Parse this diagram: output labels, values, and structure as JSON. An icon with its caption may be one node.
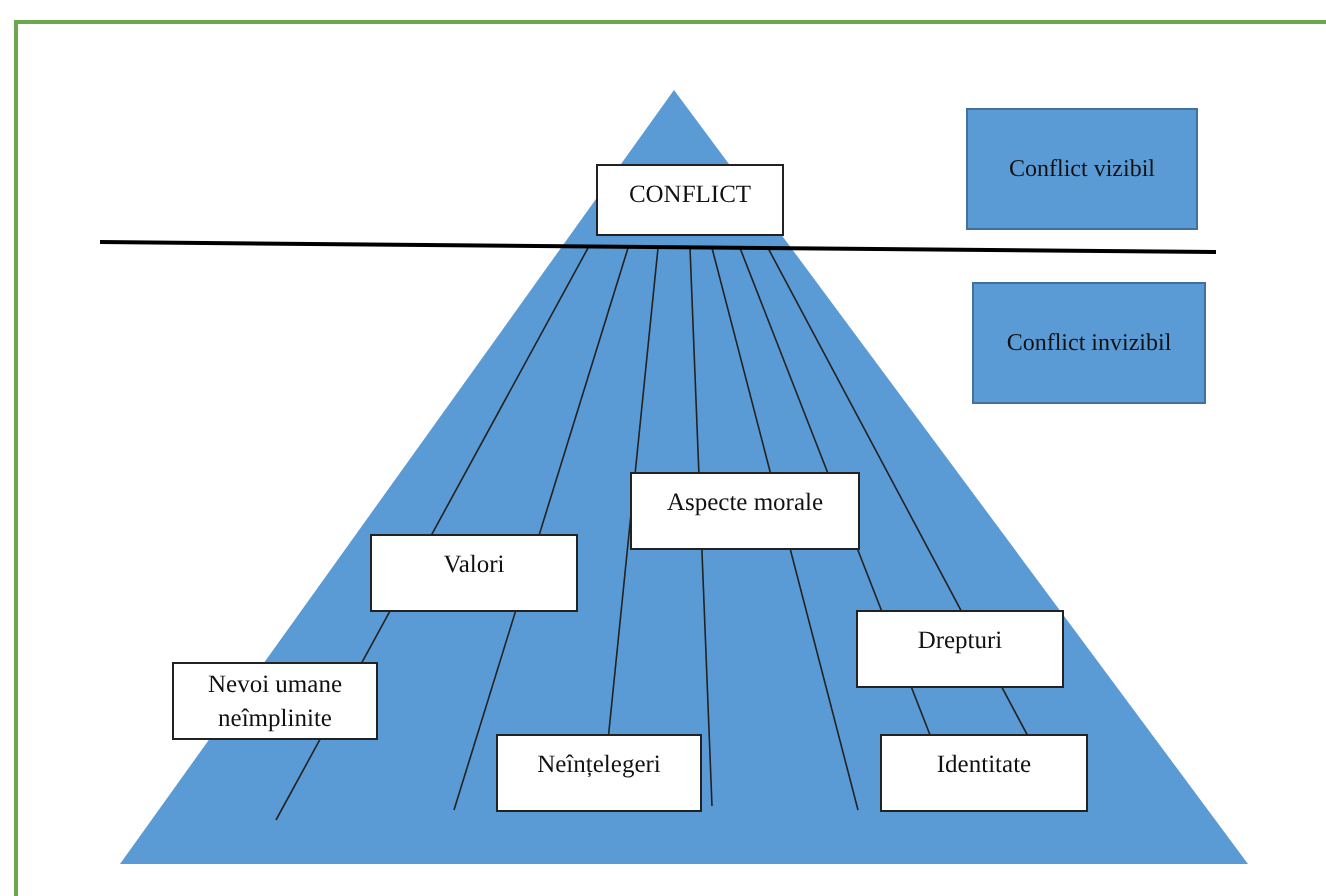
{
  "diagram": {
    "nodes": [
      {
        "text": [
          "CONFLICT"
        ]
      },
      {
        "text": [
          "Conflict vizibil"
        ]
      },
      {
        "text": [
          "Conflict invizibil"
        ]
      },
      {
        "text": [
          "Aspecte morale"
        ]
      },
      {
        "text": [
          "Valori"
        ]
      },
      {
        "text": [
          "Drepturi"
        ]
      },
      {
        "text": [
          "Nevoi umane neîmplinite"
        ]
      },
      {
        "text": [
          "Neînțelegeri"
        ]
      },
      {
        "text": [
          "Identitate"
        ]
      }
    ]
  }
}
